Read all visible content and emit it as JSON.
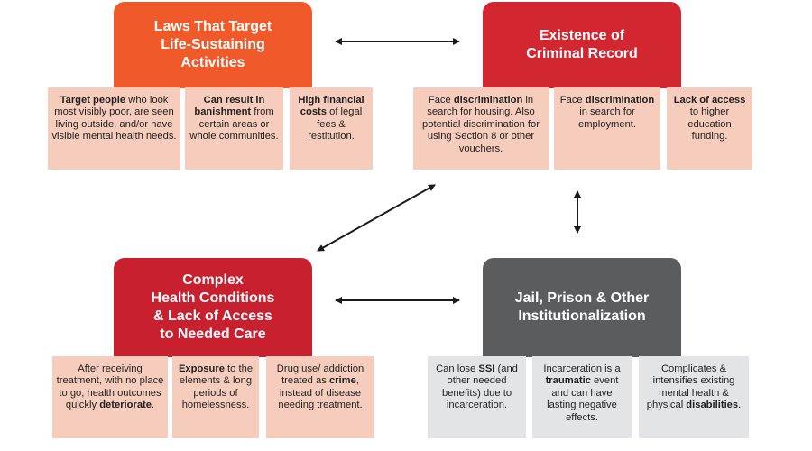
{
  "colors": {
    "orange": "#f05a2a",
    "red": "#d22630",
    "crimson": "#c8202f",
    "grey": "#5a5c5e",
    "pink_card": "#f6cdbd",
    "grey_card": "#e3e4e6",
    "arrow": "#1a1a1a"
  },
  "boxes": {
    "laws": {
      "title": "Laws That Target\nLife-Sustaining\nActivities",
      "cards": [
        [
          {
            "t": "Target people",
            "b": true
          },
          {
            "t": " who look most visibly poor, are seen living outside, and/or have visible mental health needs."
          }
        ],
        [
          {
            "t": "Can result in banishment",
            "b": true
          },
          {
            "t": " from certain areas or whole communities."
          }
        ],
        [
          {
            "t": "High financial costs",
            "b": true
          },
          {
            "t": " of legal fees & restitution."
          }
        ]
      ]
    },
    "criminal": {
      "title": "Existence of\nCriminal Record",
      "cards": [
        [
          {
            "t": "Face "
          },
          {
            "t": "discrimination",
            "b": true
          },
          {
            "t": " in search for housing. Also potential discrimination for using Section 8 or other vouchers."
          }
        ],
        [
          {
            "t": "Face "
          },
          {
            "t": "discrimination",
            "b": true
          },
          {
            "t": " in search for employment."
          }
        ],
        [
          {
            "t": "Lack of access",
            "b": true
          },
          {
            "t": " to higher education funding."
          }
        ]
      ]
    },
    "health": {
      "title": "Complex\nHealth Conditions\n& Lack of Access\nto Needed Care",
      "cards": [
        [
          {
            "t": "After receiving treatment, with no place to go, health outcomes quickly "
          },
          {
            "t": "deteriorate",
            "b": true
          },
          {
            "t": "."
          }
        ],
        [
          {
            "t": "Exposure",
            "b": true
          },
          {
            "t": " to the elements & long periods of homelessness."
          }
        ],
        [
          {
            "t": "Drug use/ addiction treated as "
          },
          {
            "t": "crime",
            "b": true
          },
          {
            "t": ", instead of disease needing treatment."
          }
        ]
      ]
    },
    "jail": {
      "title": "Jail, Prison & Other\nInstitutionalization",
      "cards": [
        [
          {
            "t": "Can lose "
          },
          {
            "t": "SSI",
            "b": true
          },
          {
            "t": " (and other needed benefits) due to incarceration."
          }
        ],
        [
          {
            "t": "Incarceration is a "
          },
          {
            "t": "traumatic",
            "b": true
          },
          {
            "t": " event and can have lasting negative effects."
          }
        ],
        [
          {
            "t": "Complicates & intensifies existing mental health & physical "
          },
          {
            "t": "disabilities",
            "b": true
          },
          {
            "t": "."
          }
        ]
      ]
    }
  }
}
